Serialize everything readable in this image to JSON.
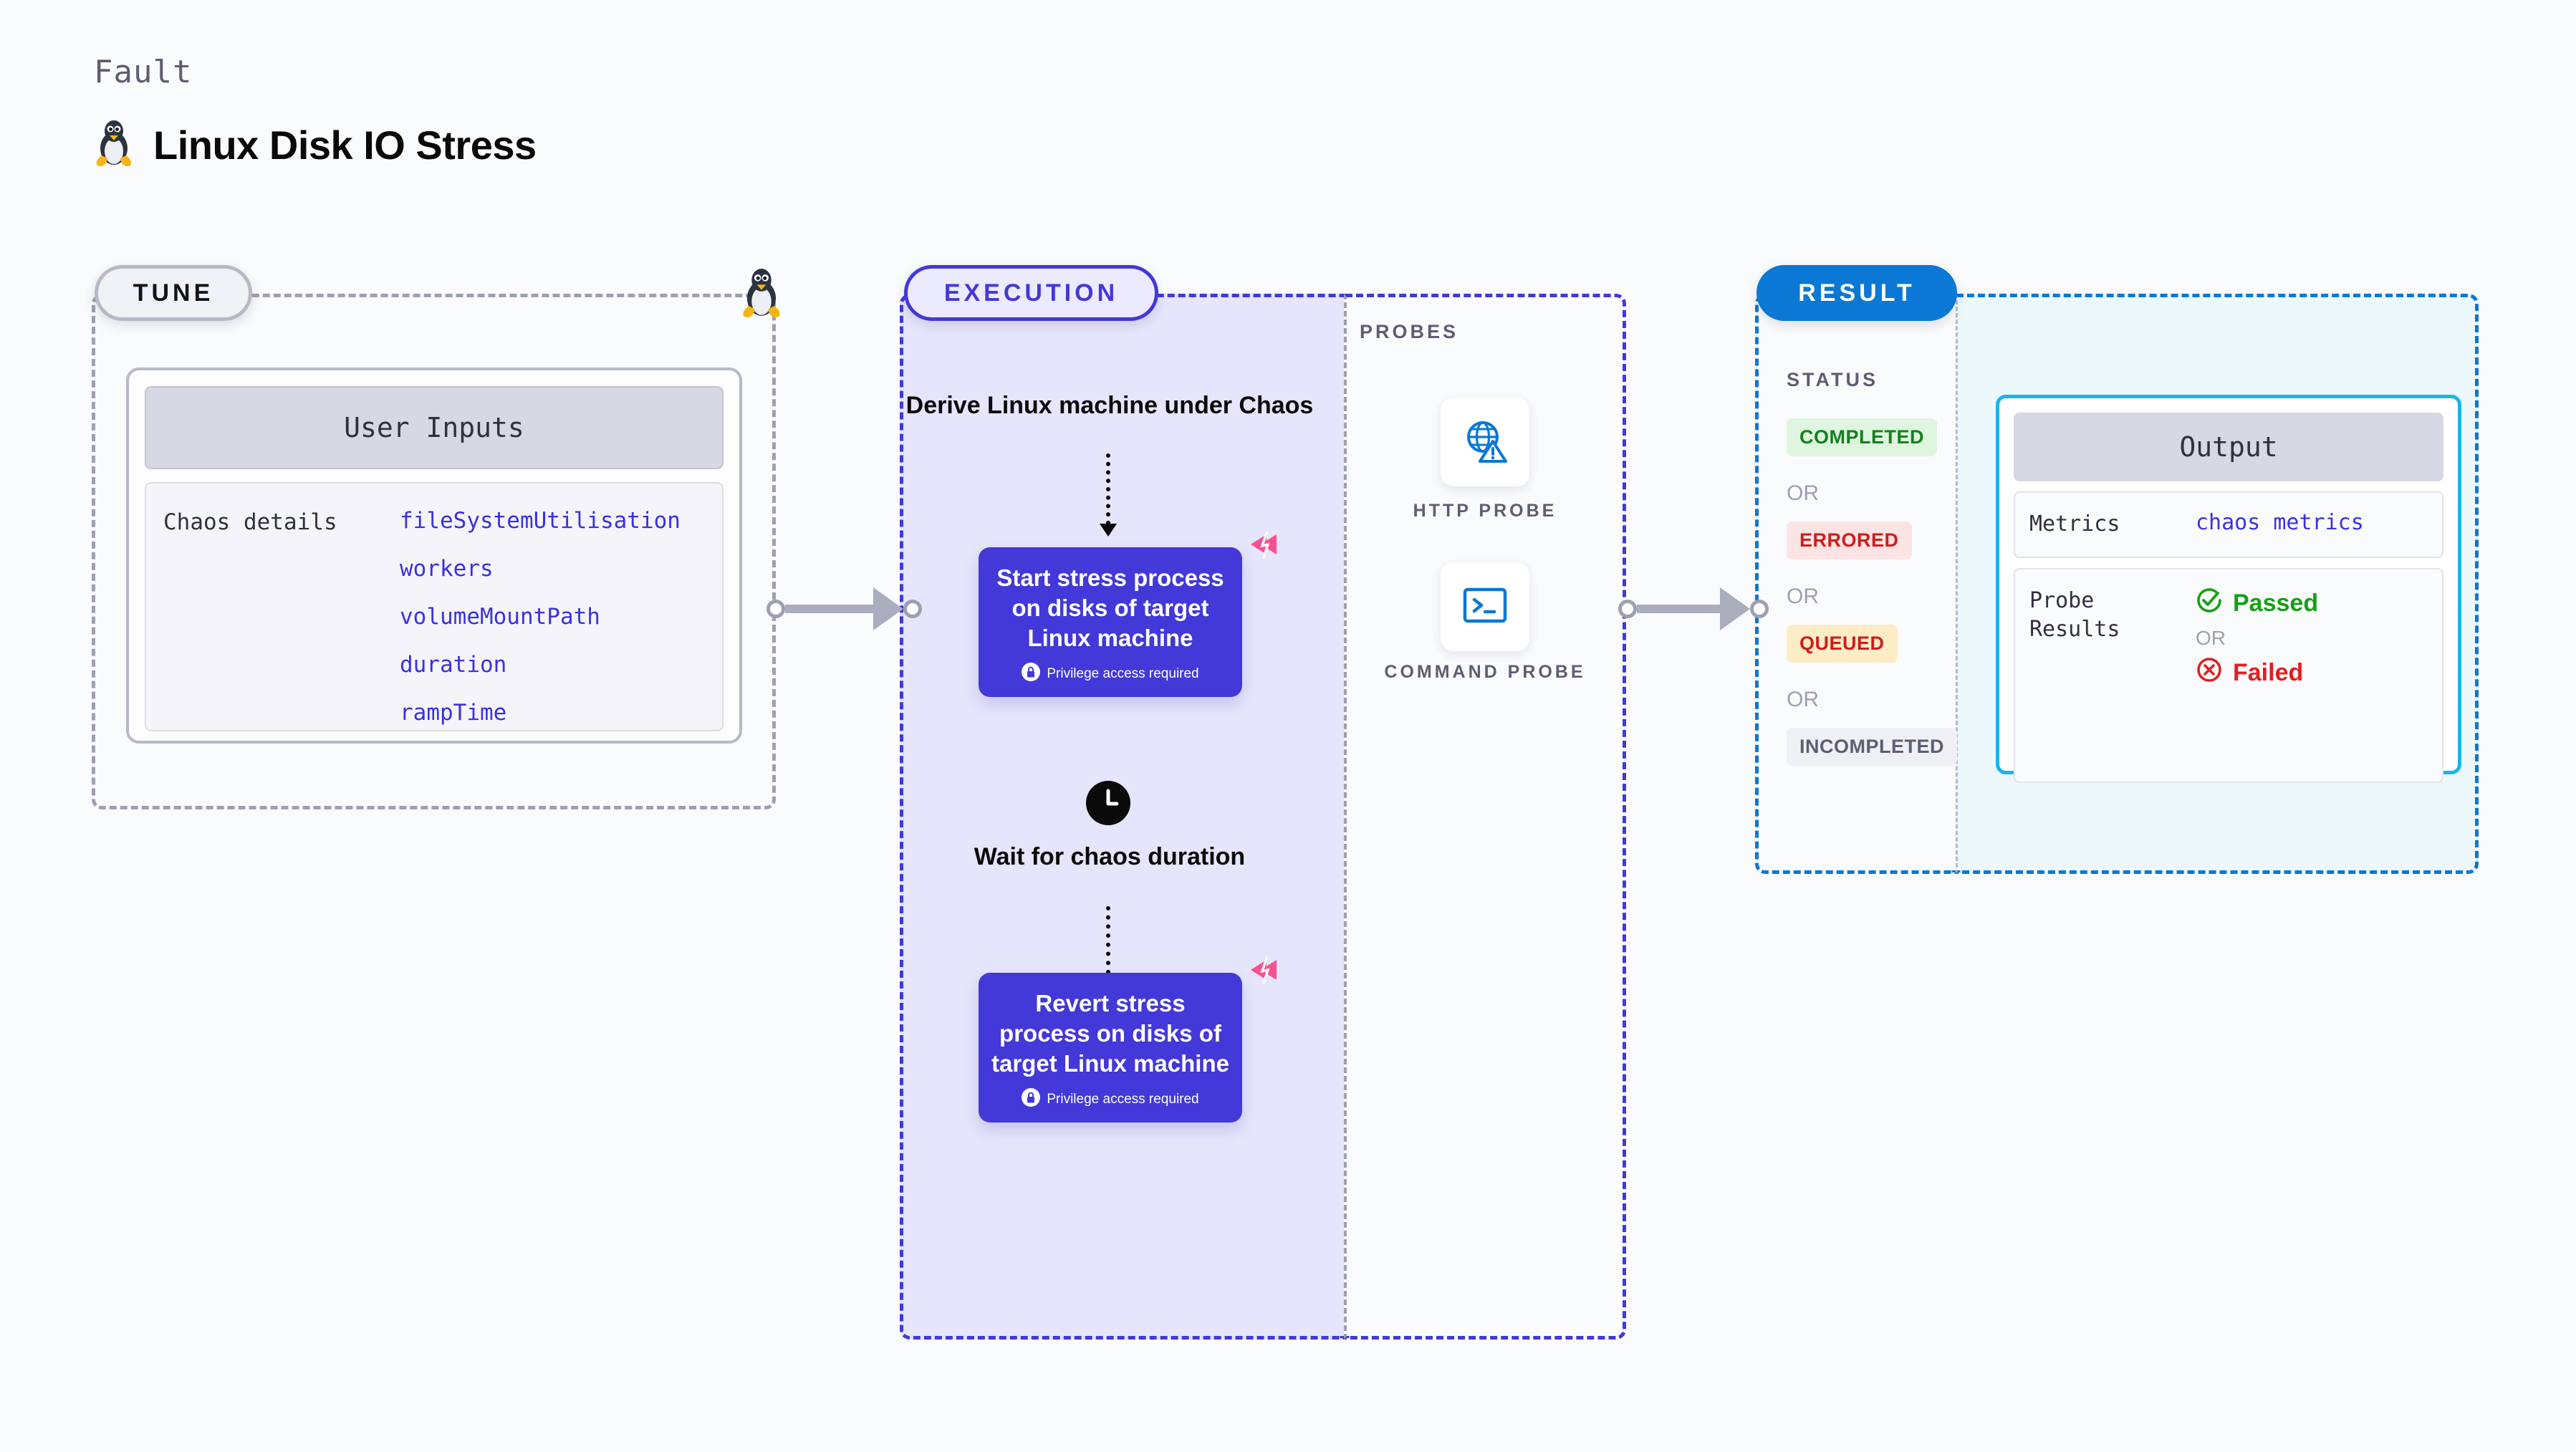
{
  "header": {
    "eyebrow": "Fault",
    "title": "Linux Disk IO Stress",
    "icon": "linux-penguin-icon"
  },
  "tune": {
    "badge": "TUNE",
    "penguin_icon": "linux-penguin-icon",
    "user_inputs": {
      "header": "User Inputs",
      "row_label": "Chaos details",
      "params": [
        "fileSystemUtilisation",
        "workers",
        "volumeMountPath",
        "duration",
        "rampTime"
      ]
    }
  },
  "execution": {
    "badge": "EXECUTION",
    "steps": [
      {
        "type": "title",
        "text": "Derive Linux machine under Chaos"
      },
      {
        "type": "card",
        "text": "Start stress process on disks of target Linux machine",
        "note": "Privilege access required",
        "note_icon": "lock-icon",
        "corner_icon": "chaos-fault-icon"
      },
      {
        "type": "title",
        "text": "Wait for chaos duration",
        "icon": "clock-icon"
      },
      {
        "type": "card",
        "text": "Revert stress process on disks of target Linux machine",
        "note": "Privilege access required",
        "note_icon": "lock-icon",
        "corner_icon": "chaos-fault-icon"
      }
    ]
  },
  "probes": {
    "label": "PROBES",
    "items": [
      {
        "label": "HTTP PROBE",
        "icon": "globe-warning-icon"
      },
      {
        "label": "COMMAND PROBE",
        "icon": "terminal-icon"
      }
    ]
  },
  "result": {
    "badge": "RESULT",
    "status_label": "STATUS",
    "or_text": "OR",
    "statuses": [
      {
        "label": "COMPLETED",
        "bg": "#dff5df",
        "color": "#15801f"
      },
      {
        "label": "ERRORED",
        "bg": "#fce4e4",
        "color": "#d01c1c"
      },
      {
        "label": "QUEUED",
        "bg": "#fcedc6",
        "color": "#d01c1c"
      },
      {
        "label": "INCOMPLETED",
        "bg": "#eff0f5",
        "color": "#5a5f72"
      }
    ],
    "output": {
      "header": "Output",
      "metrics_key": "Metrics",
      "metrics_value": "chaos metrics",
      "probe_results_key": "Probe Results",
      "passed": "Passed",
      "failed": "Failed",
      "or_text": "OR",
      "passed_icon": "check-circle-icon",
      "failed_icon": "x-circle-icon"
    }
  },
  "colors": {
    "execution_accent": "#4338d8",
    "result_accent": "#0a78d4",
    "tune_accent": "#9ba1b0",
    "param_link": "#3b31e0",
    "fault_badge": "#f9518f"
  }
}
